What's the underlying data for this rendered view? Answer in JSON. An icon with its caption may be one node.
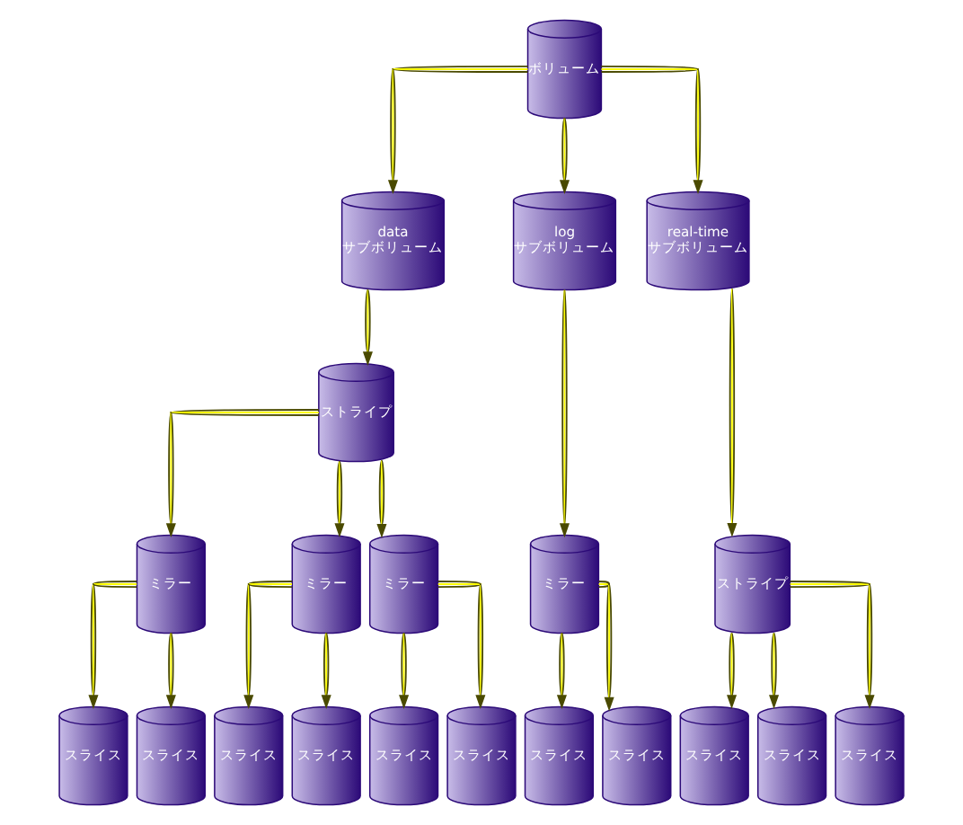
{
  "diagram": {
    "nodes": [
      {
        "text": [
          "ボリューム"
        ]
      },
      {
        "text": [
          "data サブボリューム"
        ]
      },
      {
        "text": [
          "log サブボリューム"
        ]
      },
      {
        "text": [
          "real-time サブボリューム"
        ]
      },
      {
        "text": [
          "ストライプ"
        ]
      },
      {
        "text": [
          "ミラー"
        ]
      },
      {
        "text": [
          "ミラー"
        ]
      },
      {
        "text": [
          "ミラー"
        ]
      },
      {
        "text": [
          "ミラー"
        ]
      },
      {
        "text": [
          "ストライプ"
        ]
      },
      {
        "text": [
          "スライス"
        ]
      },
      {
        "text": [
          "スライス"
        ]
      },
      {
        "text": [
          "スライス"
        ]
      },
      {
        "text": [
          "スライス"
        ]
      },
      {
        "text": [
          "スライス"
        ]
      },
      {
        "text": [
          "スライス"
        ]
      },
      {
        "text": [
          "スライス"
        ]
      },
      {
        "text": [
          "スライス"
        ]
      },
      {
        "text": [
          "スライス"
        ]
      },
      {
        "text": [
          "スライス"
        ]
      },
      {
        "text": [
          "スライス"
        ]
      }
    ],
    "edges": [
      {
        "from": 0,
        "to": 1,
        "arrow": "to"
      },
      {
        "from": 0,
        "to": 2,
        "arrow": "to"
      },
      {
        "from": 0,
        "to": 3,
        "arrow": "to"
      },
      {
        "from": 1,
        "to": 4,
        "arrow": "to"
      },
      {
        "from": 4,
        "to": 5,
        "arrow": "to"
      },
      {
        "from": 4,
        "to": 6,
        "arrow": "to"
      },
      {
        "from": 4,
        "to": 7,
        "arrow": "to"
      },
      {
        "from": 2,
        "to": 8,
        "arrow": "to"
      },
      {
        "from": 3,
        "to": 9,
        "arrow": "to"
      },
      {
        "from": 5,
        "to": 10,
        "arrow": "to"
      },
      {
        "from": 5,
        "to": 11,
        "arrow": "to"
      },
      {
        "from": 6,
        "to": 12,
        "arrow": "to"
      },
      {
        "from": 6,
        "to": 13,
        "arrow": "to"
      },
      {
        "from": 7,
        "to": 14,
        "arrow": "to"
      },
      {
        "from": 7,
        "to": 15,
        "arrow": "to"
      },
      {
        "from": 8,
        "to": 16,
        "arrow": "to"
      },
      {
        "from": 8,
        "to": 17,
        "arrow": "to"
      },
      {
        "from": 9,
        "to": 18,
        "arrow": "to"
      },
      {
        "from": 9,
        "to": 19,
        "arrow": "to"
      },
      {
        "from": 9,
        "to": 20,
        "arrow": "to"
      }
    ]
  }
}
